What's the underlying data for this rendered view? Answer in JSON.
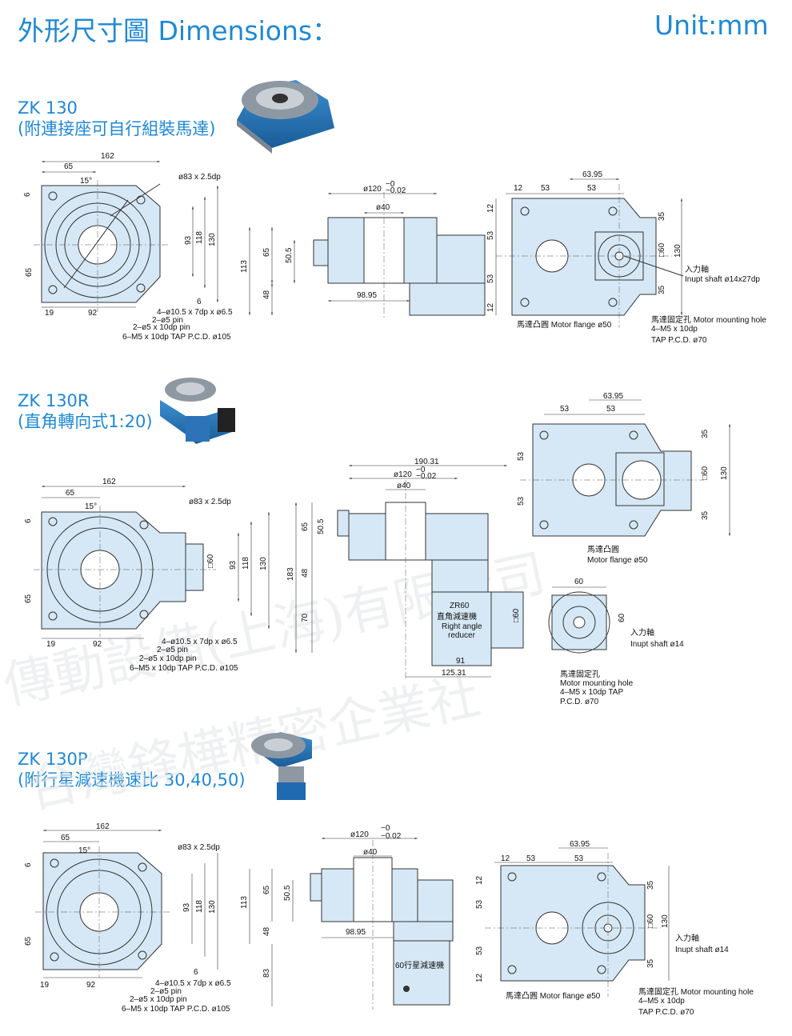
{
  "header": {
    "title": "外形尺寸圖 Dimensions：",
    "unit": "Unit:mm"
  },
  "models": [
    {
      "name": "ZK 130",
      "desc": "(附連接座可自行組裝馬達)"
    },
    {
      "name": "ZK 130R",
      "desc": "(直角轉向式1:20)"
    },
    {
      "name": "ZK 130P",
      "desc": "(附行星減速機速比 30,40,50)"
    }
  ],
  "front": {
    "d162": "162",
    "d65": "65",
    "d15": "15°",
    "d83": "ø83 x 2.5dp",
    "d6": "6",
    "d65v": "65",
    "d93": "93",
    "d118": "118",
    "d130": "130",
    "d19": "19",
    "d92": "92",
    "h1": "4–ø10.5 x 7dp x ø6.5",
    "h2": "2–ø5 pin",
    "h3": "2–ø5 x 10dp pin",
    "h4": "6–M5 x 10dp TAP P.C.D. ø105",
    "sq60": "□60"
  },
  "side": {
    "d120": "ø120",
    "tol1": "−0",
    "tol2": "−0.02",
    "d40": "ø40",
    "d113": "113",
    "d65": "65",
    "d505": "50.5",
    "d48": "48",
    "d9895": "98.95",
    "d83": "83",
    "d183": "183",
    "d70": "70",
    "d19031": "190.31",
    "d91": "91",
    "d12531": "125.31",
    "zr60": "ZR60",
    "zr60cn": "直角減速機",
    "rar1": "Right angle",
    "rar2": "reducer",
    "pg60": "60行星減速機"
  },
  "motor": {
    "d6395": "63.95",
    "d12": "12",
    "d53": "53",
    "d35": "35",
    "sq60": "□60",
    "d130": "130",
    "in_shaft": "入力軸",
    "in1": "Inupt shaft ø14x27dp",
    "in2": "Inupt shaft ø14",
    "flange": "馬達凸圓 Motor flange ø50",
    "flange_cn": "馬達凸圓",
    "flange_en": "Motor flange ø50",
    "mh": "馬達固定孔 Motor mounting hole",
    "mh_cn": "馬達固定孔",
    "mh_en": "Motor mounting hole",
    "mh2": "4–M5 x 10dp",
    "mh3": "TAP P.C.D. ø70",
    "mh2b": "4–M5 x 10dp TAP",
    "mh3b": "P.C.D. ø70",
    "d60": "60"
  },
  "watermark": [
    "傳動設備(上海)有限公司",
    "台灣鋒樺精密企業社"
  ]
}
